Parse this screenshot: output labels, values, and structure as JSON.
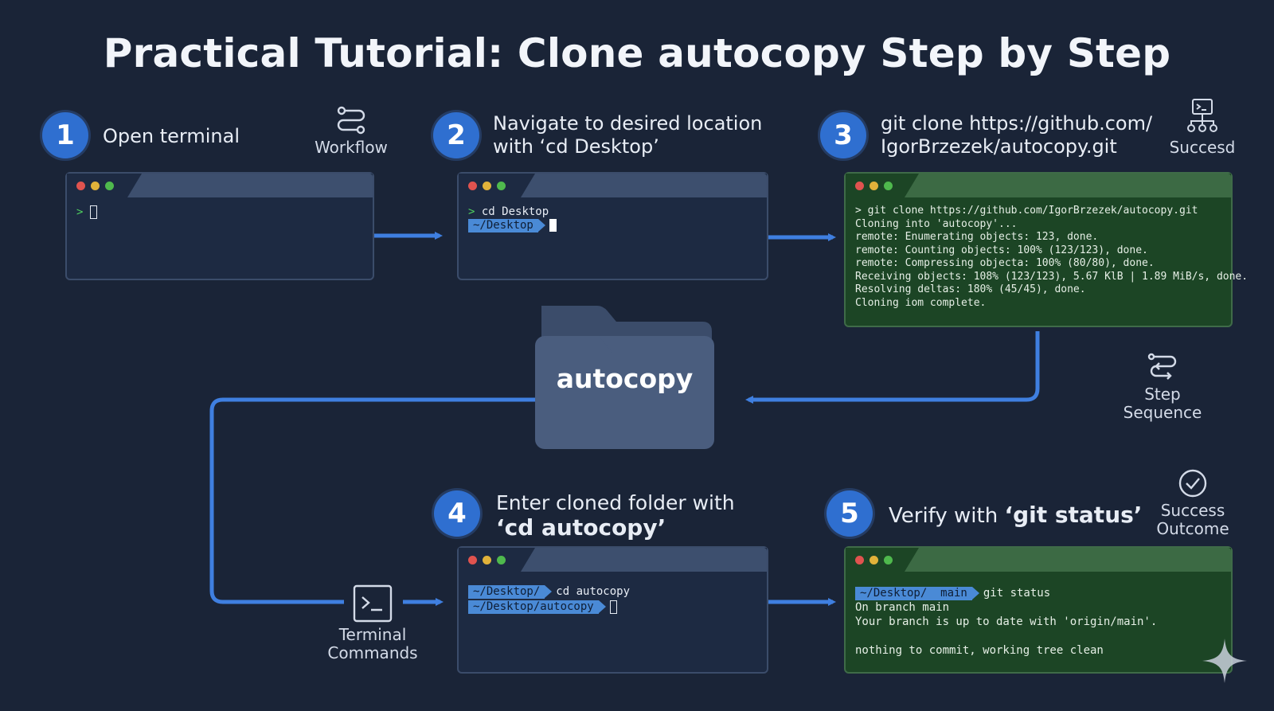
{
  "title": "Practical Tutorial: Clone autocopy Step by Step",
  "steps": [
    {
      "number": "1",
      "label": "Open terminal"
    },
    {
      "number": "2",
      "label_line1": "Navigate to desired location",
      "label_line2": "with ‘cd Desktop’"
    },
    {
      "number": "3",
      "label_line1": "git clone https://github.com/",
      "label_line2": "IgorBrzezek/autocopy.git"
    },
    {
      "number": "4",
      "label_line1": "Enter cloned folder with",
      "label_line2": "‘cd autocopy’"
    },
    {
      "number": "5",
      "label_prefix": "Verify with ",
      "label_bold": "‘git status’"
    }
  ],
  "side_icons": {
    "workflow": {
      "icon": "workflow-icon",
      "label": "Workflow"
    },
    "succesd": {
      "icon": "hierarchy-terminal-icon",
      "label": "Succesd"
    },
    "step_sequence": {
      "icon": "loop-arrows-icon",
      "line1": "Step",
      "line2": "Sequence"
    },
    "success_outcome": {
      "icon": "check-circle-icon",
      "line1": "Success",
      "line2": "Outcome"
    },
    "terminal_commands": {
      "icon": "terminal-icon",
      "line1": "Terminal",
      "line2": "Commands"
    }
  },
  "folder": {
    "label": "autocopy",
    "color": "#4a5d7e"
  },
  "terminal1": {
    "prompt": ">"
  },
  "terminal2": {
    "prompt": ">",
    "command": "cd Desktop",
    "path": "~/Desktop"
  },
  "terminal3": {
    "lines": [
      "> git clone https://github.com/IgorBrzezek/autocopy.git",
      "Cloning into 'autocopy'...",
      "remote: Enumerating objects: 123, done.",
      "remote: Counting objects: 100% (123/123), done.",
      "remote: Compressing objecta: 100% (80/80), done.",
      "Receiving objects: 108% (123/123), 5.67 KlB | 1.89 MiB/s, done.",
      "Resolving deltas: 180% (45/45), done.",
      "Cloning iom complete."
    ]
  },
  "terminal4": {
    "path1": "~/Desktop/",
    "command": "cd autocopy",
    "path2": "~/Desktop/autocopy"
  },
  "terminal5": {
    "path": "~/Desktop/  main",
    "command": "git status",
    "lines": [
      "On branch main",
      "Your branch is up to date with 'origin/main'.",
      "",
      "nothing to commit, working tree clean"
    ]
  },
  "colors": {
    "background": "#1a2437",
    "badge": "#2f6fd0",
    "arrow": "#3f7fe0",
    "terminal_green": "#1c4525",
    "terminal_dark": "#1d2a42"
  }
}
